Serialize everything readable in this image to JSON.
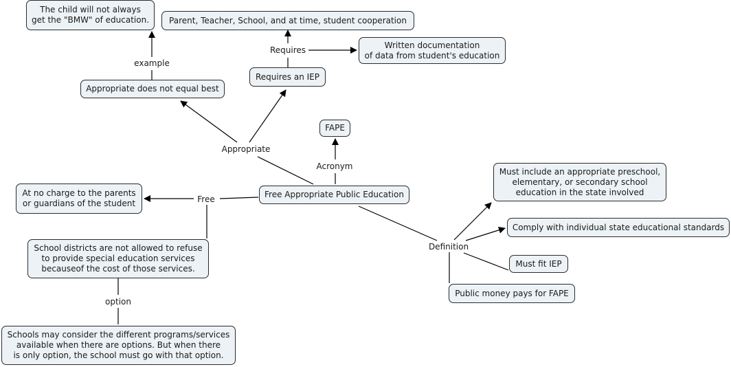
{
  "map": {
    "nodes": {
      "root": "Free Appropriate Public Education",
      "fape": "FAPE",
      "best": "Appropriate does not equal best",
      "bmw": "The child will not always\nget the \"BMW\" of education.",
      "iep": "Requires an IEP",
      "coop": "Parent, Teacher, School, and at time, student cooperation",
      "written": "Written documentation\nof data from student's education",
      "nocharge": "At no charge to the parents\nor guardians of the student",
      "refuse": "School districts are not allowed to refuse\nto provide special education services\nbecauseof the cost of those services.",
      "schools": "Schools may consider the different programs/services\navailable when there are options. But when there\nis only option, the school must go with that option.",
      "preschool": "Must include an appropriate preschool,\nelementary, or secondary school\neducation in the state involved",
      "comply": "Comply with individual state educational standards",
      "fitiep": "Must fit IEP",
      "money": "Public money pays for FAPE"
    },
    "links": {
      "appropriate": "Appropriate",
      "acronym": "Acronym",
      "free": "Free",
      "definition": "Definition",
      "example": "example",
      "requires": "Requires",
      "option": "option"
    }
  }
}
